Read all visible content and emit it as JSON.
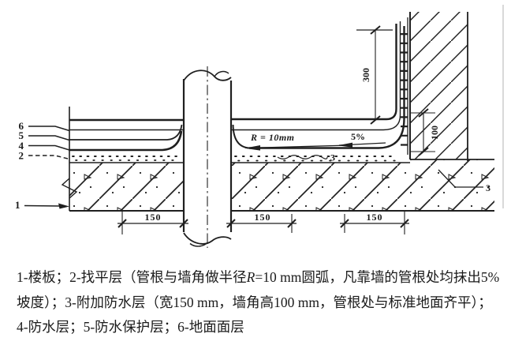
{
  "drawing": {
    "callouts": {
      "c1": "1",
      "c2": "2",
      "c3_mid": "3",
      "c3_right": "3",
      "c4": "4",
      "c5": "5",
      "c6": "6"
    },
    "dims": {
      "d300": "300",
      "d100": "100",
      "d150_left": "150",
      "d150_mid": "150",
      "d150_right": "150"
    },
    "annotations": {
      "radius": "R = 10mm",
      "slope": "5%"
    },
    "ink_color": "#1f1f1f"
  },
  "caption": {
    "line1_pre": "1-楼板；2-找平层（管根与墙角做半径",
    "line1_var": "R",
    "line1_post": "=10 mm圆弧，凡靠墙的管根处均抹出5%坡度）",
    "line2": "；3-附加防水层（宽150 mm，墙角高100 mm，管根处与标准地面齐平）；4-防水层；",
    "line3": "5-防水保护层；6-地面面层"
  }
}
